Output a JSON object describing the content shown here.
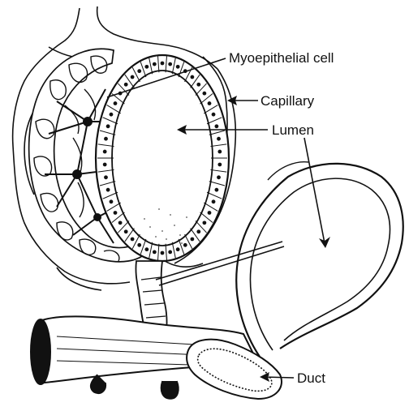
{
  "labels": {
    "myoepithelial": "Myoepithelial cell",
    "capillary": "Capillary",
    "lumen": "Lumen",
    "duct": "Duct"
  },
  "colors": {
    "ink": "#111111",
    "paper": "#ffffff"
  }
}
